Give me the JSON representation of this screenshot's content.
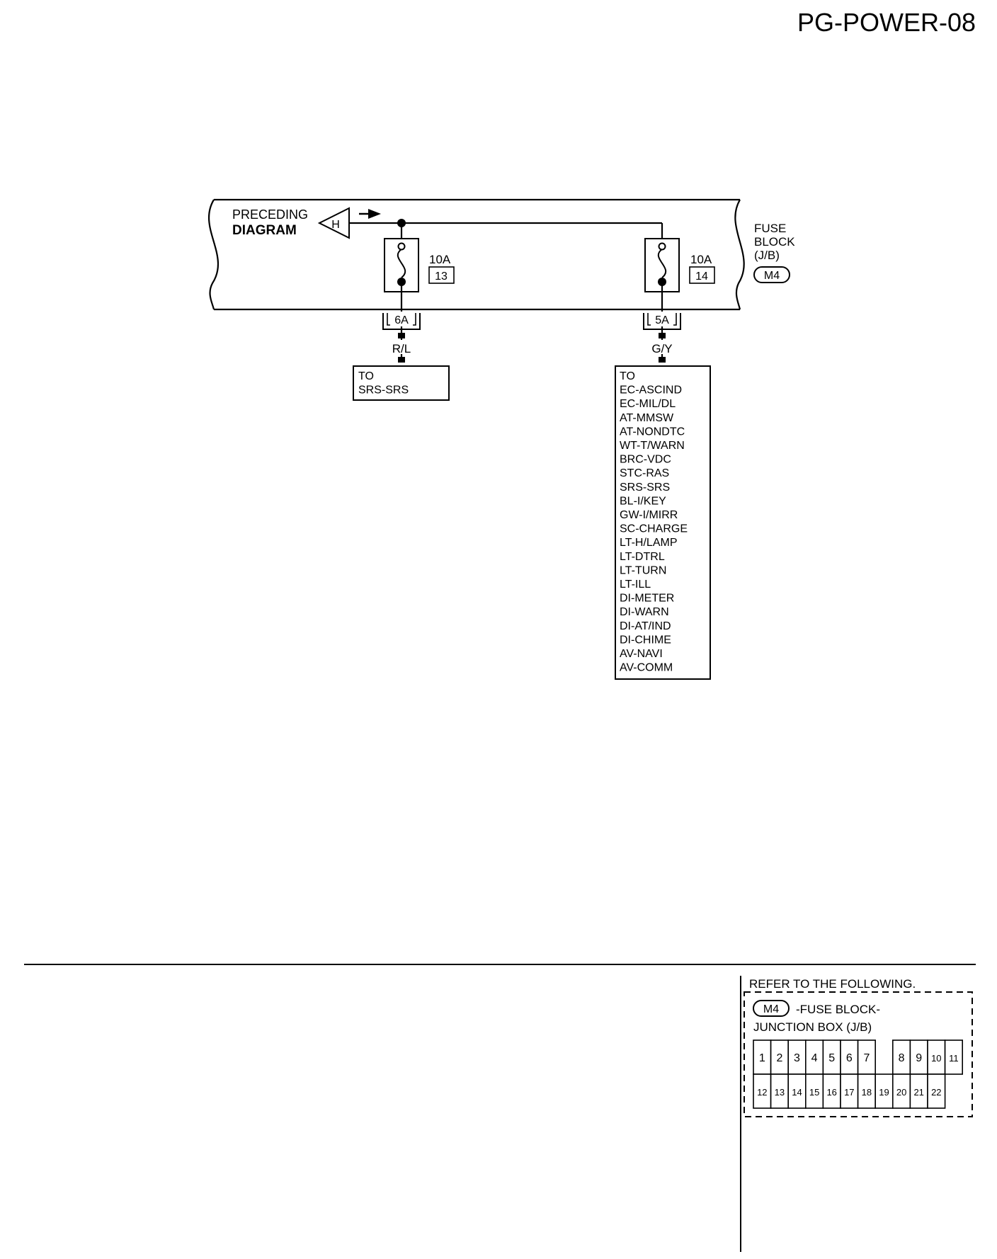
{
  "page_id": "PG-POWER-08",
  "preceding": {
    "line1": "PRECEDING",
    "line2": "DIAGRAM",
    "connector_letter": "H"
  },
  "fuse_block": {
    "line1": "FUSE",
    "line2": "BLOCK",
    "line3": "(J/B)",
    "connector": "M4"
  },
  "fuses": [
    {
      "rating": "10A",
      "number": "13",
      "terminal": "6A",
      "wire_color": "R/L",
      "destinations": [
        "TO",
        "SRS-SRS"
      ]
    },
    {
      "rating": "10A",
      "number": "14",
      "terminal": "5A",
      "wire_color": "G/Y",
      "destinations": [
        "TO",
        "EC-ASCIND",
        "EC-MIL/DL",
        "AT-MMSW",
        "AT-NONDTC",
        "WT-T/WARN",
        "BRC-VDC",
        "STC-RAS",
        "SRS-SRS",
        "BL-I/KEY",
        "GW-I/MIRR",
        "SC-CHARGE",
        "LT-H/LAMP",
        "LT-DTRL",
        "LT-TURN",
        "LT-ILL",
        "DI-METER",
        "DI-WARN",
        "DI-AT/IND",
        "DI-CHIME",
        "AV-NAVI",
        "AV-COMM"
      ]
    }
  ],
  "reference": {
    "heading": "REFER TO THE FOLLOWING.",
    "connector": "M4",
    "name_line1": "-FUSE BLOCK-",
    "name_line2": "JUNCTION BOX (J/B)",
    "pins_row1": [
      "1",
      "2",
      "3",
      "4",
      "5",
      "6",
      "7",
      "",
      "8",
      "9",
      "10",
      "11"
    ],
    "pins_row2": [
      "12",
      "13",
      "14",
      "15",
      "16",
      "17",
      "18",
      "19",
      "20",
      "21",
      "22"
    ]
  }
}
